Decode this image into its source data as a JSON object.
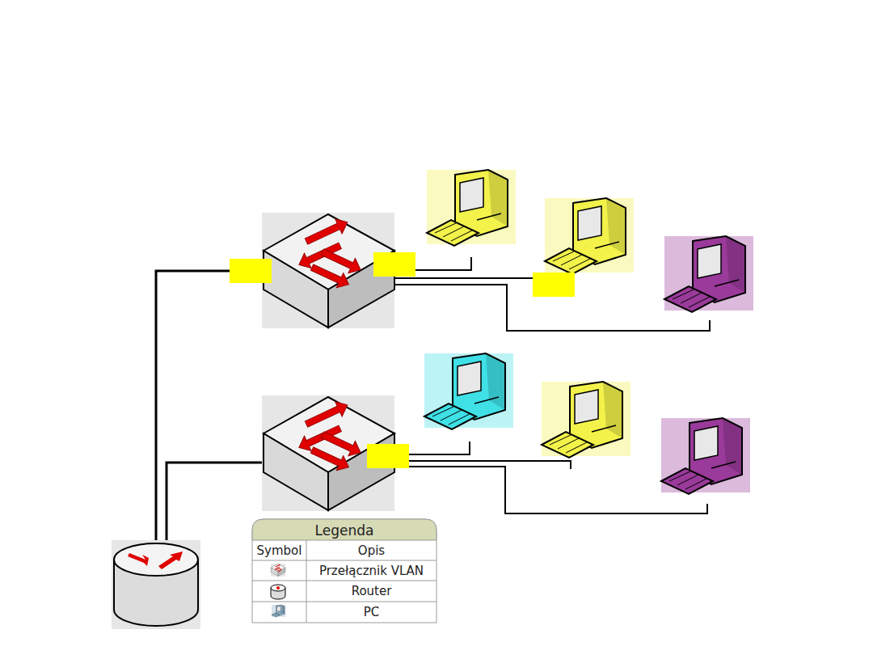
{
  "diagram": {
    "labels": [
      "Legenda",
      "Symbol",
      "Opis"
    ],
    "legend": [
      {
        "text": "Przełącznik VLAN"
      },
      {
        "text": "Router"
      },
      {
        "text": "PC"
      }
    ]
  }
}
